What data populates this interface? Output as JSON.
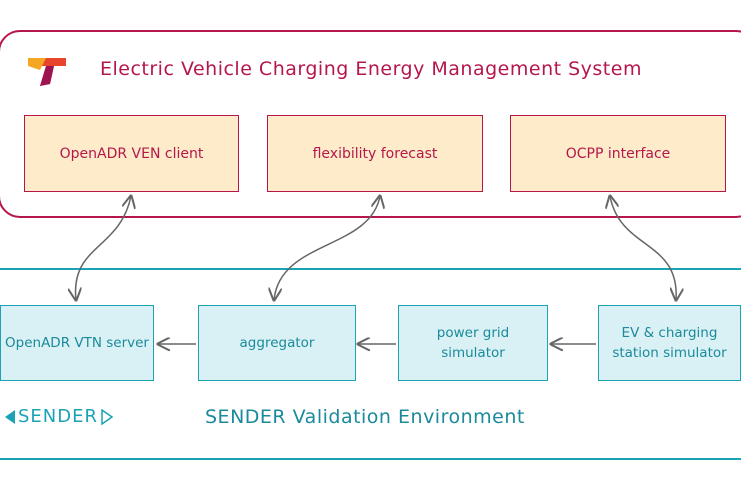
{
  "ems": {
    "title": "Electric Vehicle Charging Energy Management System",
    "boxes": [
      "OpenADR VEN client",
      "flexibility forecast",
      "OCPP interface"
    ]
  },
  "env": {
    "title": "SENDER Validation Environment",
    "boxes": [
      "OpenADR VTN server",
      "aggregator",
      "power grid simulator",
      "EV & charging station simulator"
    ]
  },
  "logo": {
    "text": "SENDER"
  },
  "colors": {
    "ems": "#b5174b",
    "ems_fill": "#fdebc9",
    "env": "#1aa3b5",
    "env_fill": "#d9f1f4"
  }
}
